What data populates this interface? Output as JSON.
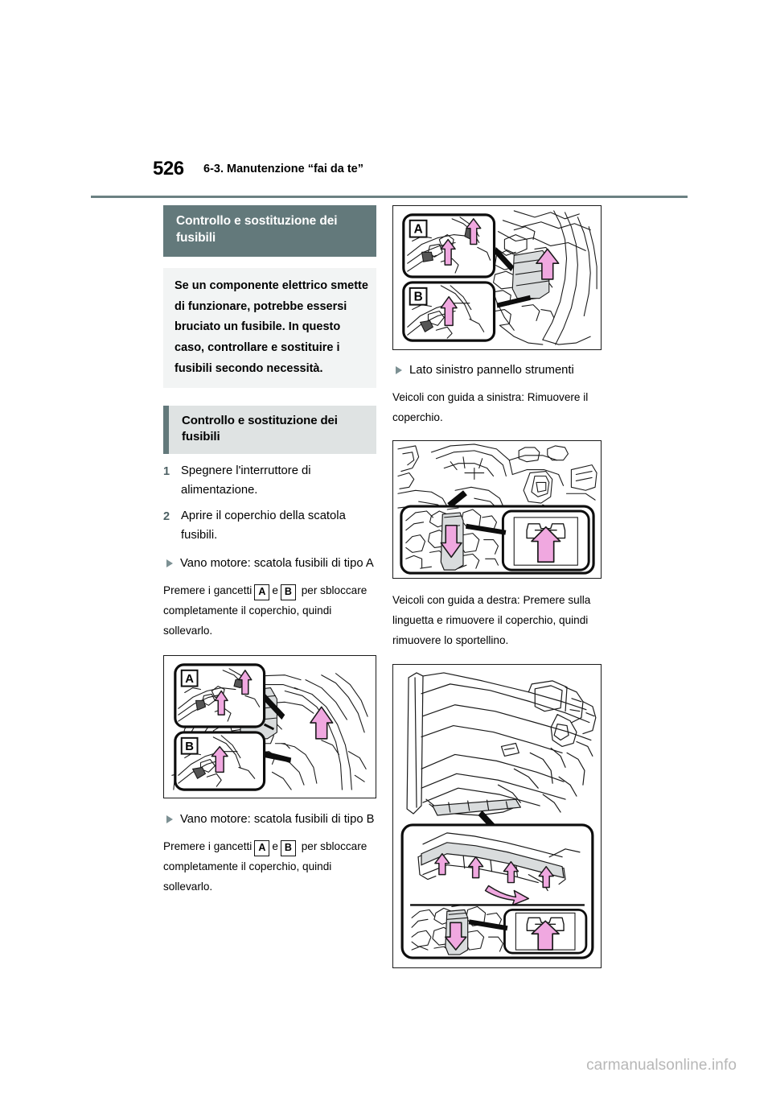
{
  "page": {
    "number": "526",
    "running_title": "6-3. Manutenzione “fai da te”",
    "watermark": "carmanualsonline.info"
  },
  "colors": {
    "heading_solid_bg": "#63797b",
    "heading_light_bg": "#dfe3e3",
    "accent_bar": "#63797b",
    "rule": "#6b8183",
    "step_number": "#4d6164",
    "bullet_triangle": "#7c9093",
    "intro_bg": "#f2f4f4",
    "arrow_fill": "#f0a8e0",
    "arrow_stroke": "#1a1a1a",
    "part_fill": "#d9dcdd",
    "watermark": "#b7b7b7"
  },
  "left_column": {
    "section_heading": "Controllo e sostituzione dei fusibili",
    "intro_text": "Se un componente elettrico smette di funzionare, potrebbe essersi bruciato un fusibile. In questo caso, controllare e sostituire i fusibili secondo necessità.",
    "sub_heading": "Controllo e sostituzione dei fusibili",
    "steps": [
      {
        "number": "1",
        "text": "Spegnere l'interruttore di alimentazione."
      },
      {
        "number": "2",
        "text": "Aprire il coperchio della scatola fusibili."
      }
    ],
    "bullet_type_a": "Vano motore: scatola fusibili di tipo A",
    "paragraph_a": {
      "lead": "Premere i gancetti",
      "key1": "A",
      "conj": "e",
      "key2": "B",
      "tail": "per sbloccare completamente il coperchio, quindi sollevarlo."
    },
    "figure_a_label": "engine-compartment-fuse-box-type-a",
    "bullet_type_b": "Vano motore: scatola fusibili di tipo B",
    "paragraph_b": {
      "lead": "Premere i gancetti",
      "key1": "A",
      "conj": "e",
      "key2": "B",
      "tail": "per sbloccare completamente il coperchio, quindi sollevarlo."
    }
  },
  "right_column": {
    "figure_top_label": "instrument-panel-left-side-callouts",
    "bullet_instrument_panel": "Lato sinistro pannello strumenti",
    "paragraph_lhd": "Veicoli con guida a sinistra: Rimuovere il coperchio.",
    "figure_mid_label": "lhd-instrument-panel-cover",
    "paragraph_rhd": "Veicoli con guida a destra: Premere sulla linguetta e rimuovere il coperchio, quindi rimuovere lo sportellino.",
    "figure_bottom_label": "rhd-glove-box-fuse-panel"
  },
  "callout_labels": {
    "a": "A",
    "b": "B"
  }
}
